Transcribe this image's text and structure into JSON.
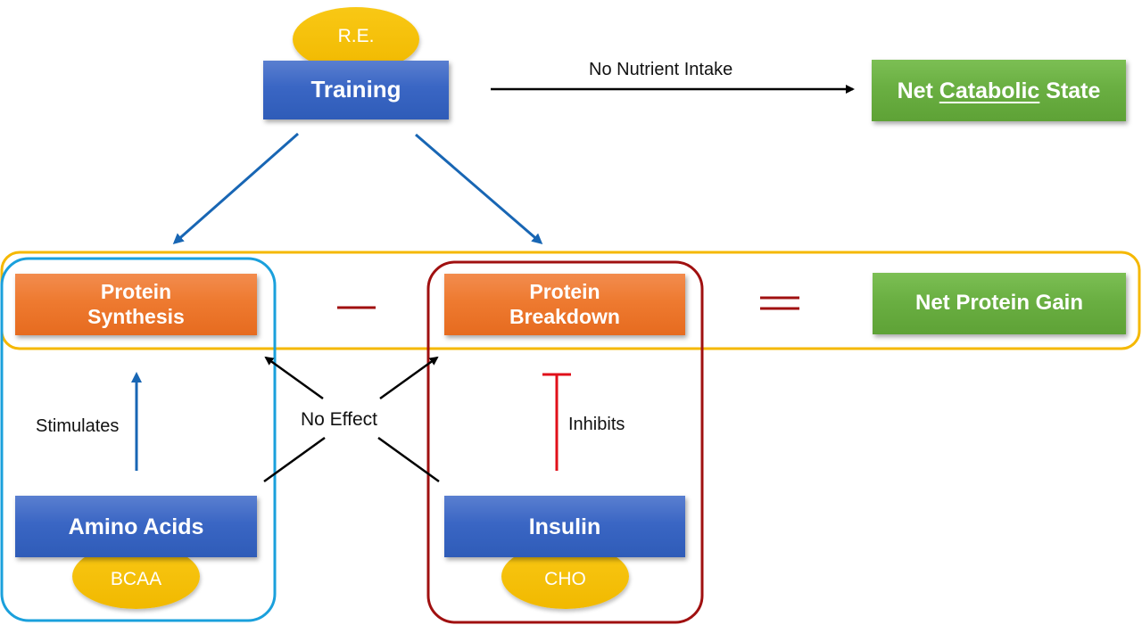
{
  "nodes": {
    "training": {
      "label": "Training",
      "badge": "R.E."
    },
    "net_catabolic": {
      "prefix": "Net ",
      "emphasis": "Catabolic",
      "suffix": " State"
    },
    "protein_synthesis": {
      "line1": "Protein",
      "line2": "Synthesis"
    },
    "protein_breakdown": {
      "line1": "Protein",
      "line2": "Breakdown"
    },
    "net_protein_gain": {
      "label": "Net Protein Gain"
    },
    "amino_acids": {
      "label": "Amino Acids",
      "badge": "BCAA"
    },
    "insulin": {
      "label": "Insulin",
      "badge": "CHO"
    }
  },
  "edges": {
    "no_nutrient_intake": "No Nutrient Intake",
    "stimulates": "Stimulates",
    "no_effect": "No Effect",
    "inhibits": "Inhibits"
  },
  "operators": {
    "minus": "−",
    "equals": "="
  },
  "colors": {
    "blue_box": "#3a66c4",
    "orange_box": "#ee7a30",
    "green_box": "#6aaf42",
    "badge": "#f5c000",
    "equation_frame": "#f5b800",
    "synthesis_group": "#1aa0dc",
    "breakdown_group": "#a01010",
    "arrow_blue": "#1866b4",
    "inhibit_red": "#e0101a",
    "operator_red": "#a01010"
  }
}
